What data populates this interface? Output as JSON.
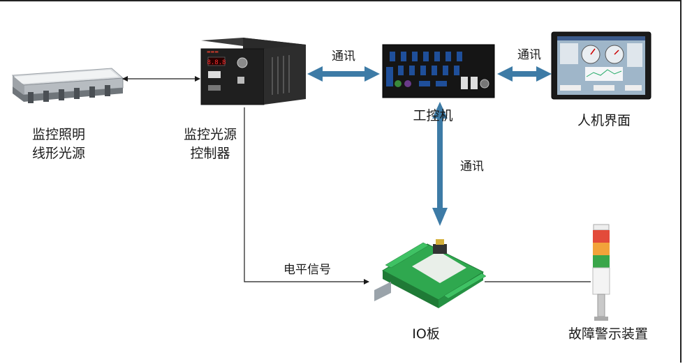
{
  "nodes": {
    "light_source": {
      "line1": "监控照明",
      "line2": "线形光源"
    },
    "light_controller": {
      "line1": "监控光源",
      "line2": "控制器"
    },
    "ipc": {
      "label": "工控机"
    },
    "hmi": {
      "label": "人机界面"
    },
    "io_board": {
      "label": "IO板"
    },
    "alarm": {
      "label": "故障警示装置"
    }
  },
  "edges": {
    "controller_ipc": "通讯",
    "ipc_hmi": "通讯",
    "ipc_io": "通讯",
    "controller_io": "电平信号"
  },
  "colors": {
    "comm_arrow": "#3d7ba6",
    "signal_line": "#1a1a1a",
    "board_green": "#2fa84f",
    "device_black": "#1c1c1c"
  },
  "devices": {
    "controller_display": "8.8.8"
  }
}
